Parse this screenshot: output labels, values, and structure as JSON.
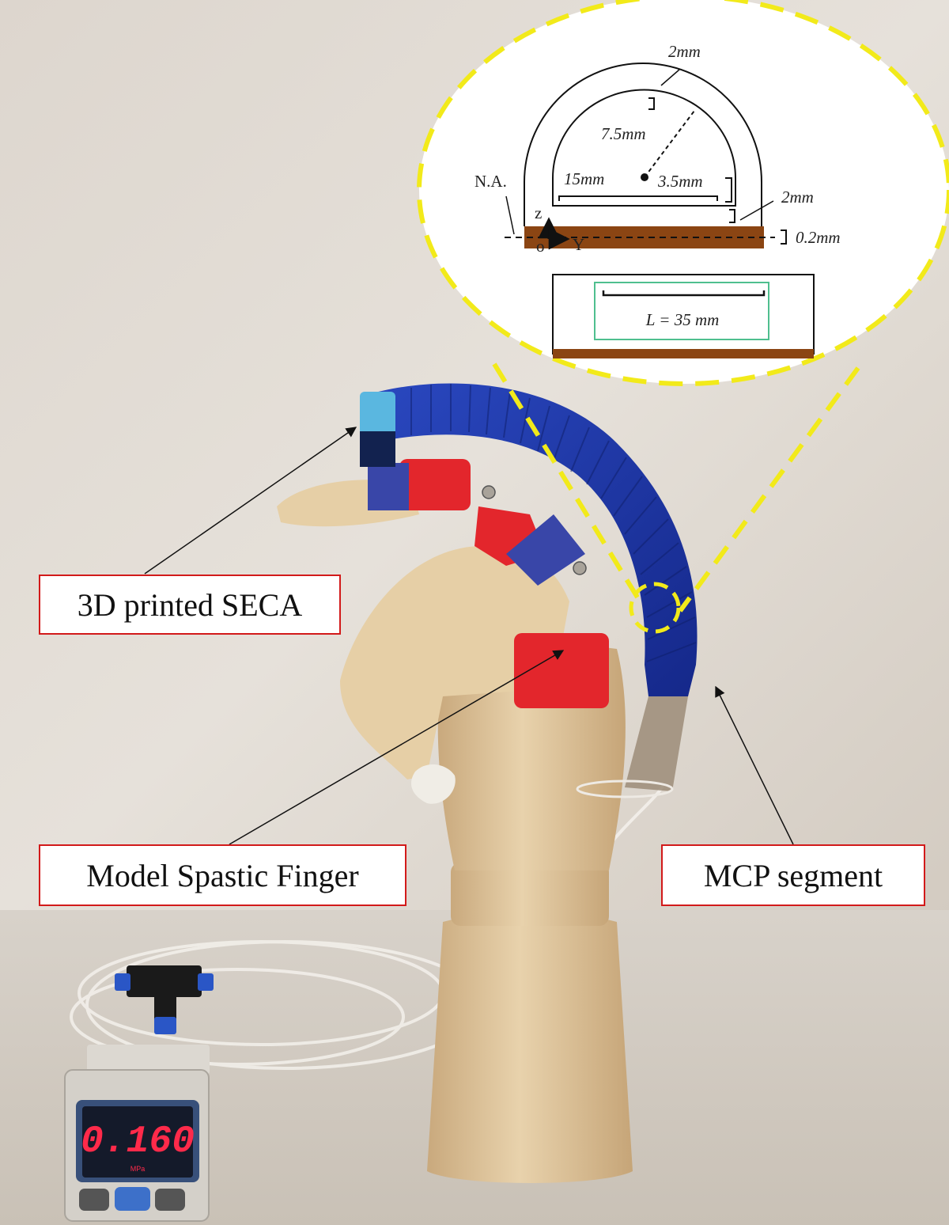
{
  "labels": {
    "seca": "3D printed SECA",
    "spastic_finger": "Model Spastic Finger",
    "mcp_segment": "MCP segment"
  },
  "inset": {
    "top_wall": "2mm",
    "radius": "7.5mm",
    "width": "15mm",
    "height": "3.5mm",
    "bottom_wall": "2mm",
    "layer": "0.2mm",
    "neutral_axis": "N.A.",
    "axis_z": "z",
    "axis_y": "Y",
    "origin": "o",
    "length": "L = 35 mm"
  },
  "gauge": {
    "reading": "0.160",
    "unit": "MPa"
  },
  "colors": {
    "label_border": "#d21a1a",
    "callout_dash": "#f2ea1a",
    "actuator_blue": "#1f3aa0",
    "layer_brown": "#8b4513",
    "length_box": "#4fbf8f",
    "gauge_digits": "#ff2a4a"
  }
}
